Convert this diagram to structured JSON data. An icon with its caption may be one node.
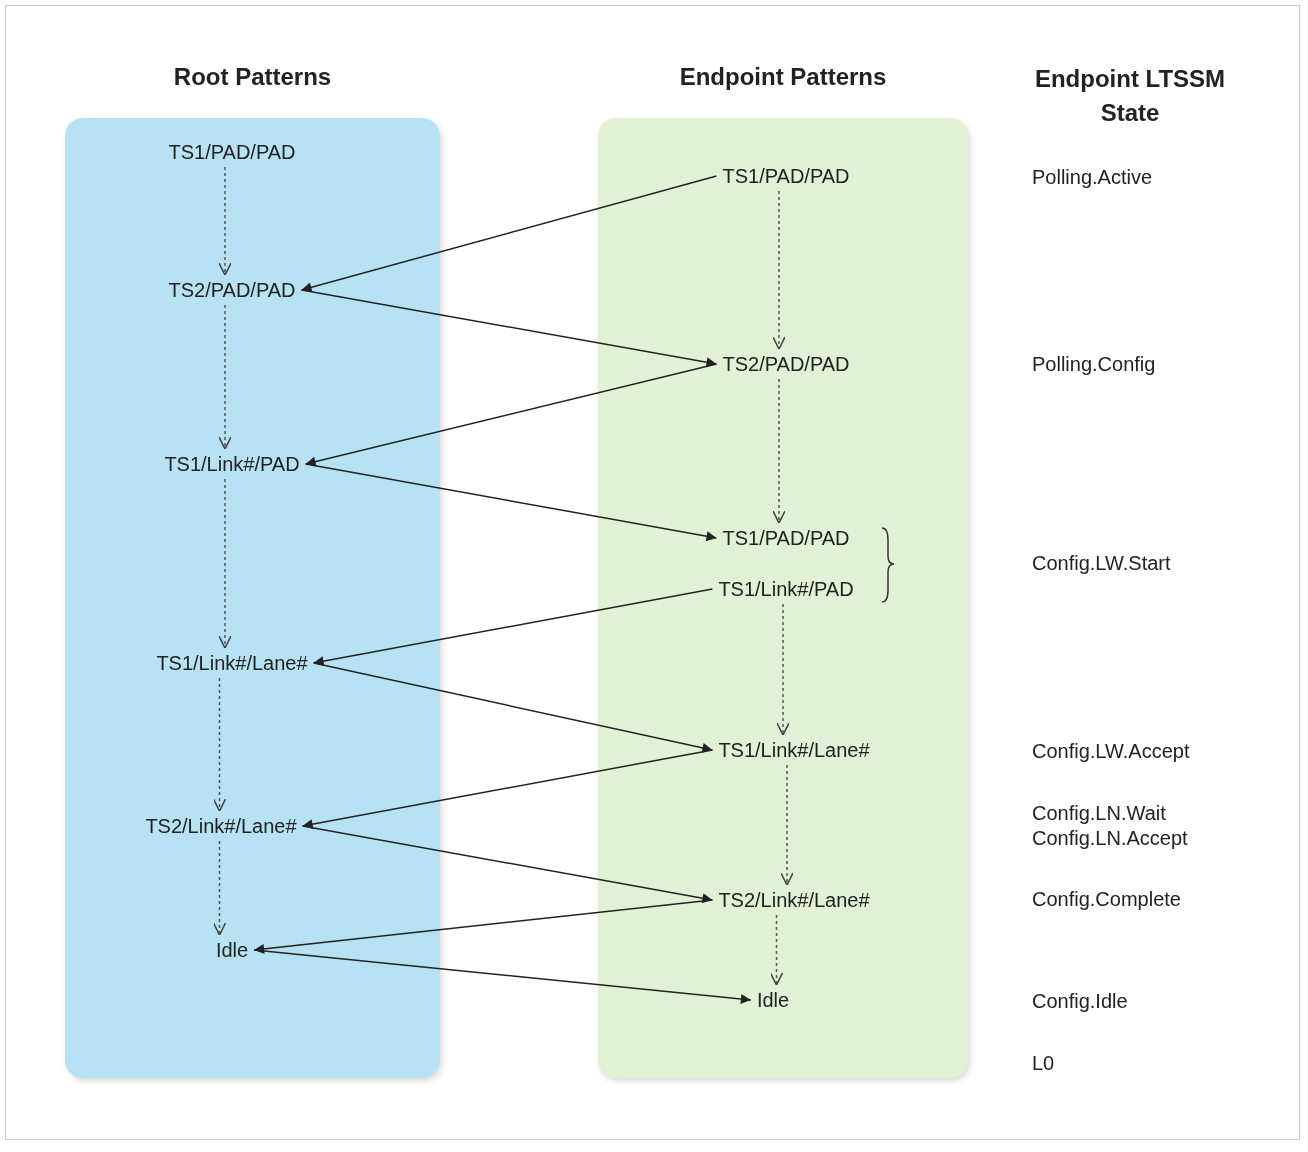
{
  "diagram": {
    "nodes": [
      {
        "text": [
          "Root Patterns"
        ]
      },
      {
        "text": [
          "Endpoint Patterns"
        ]
      },
      {
        "text": [
          "TS1/PAD/PAD"
        ],
        "in": 0
      },
      {
        "text": [
          "TS2/PAD/PAD"
        ],
        "in": 0
      },
      {
        "text": [
          "TS1/Link#/PAD"
        ],
        "in": 0
      },
      {
        "text": [
          "TS1/Link#/Lane#"
        ],
        "in": 0
      },
      {
        "text": [
          "TS2/Link#/Lane#"
        ],
        "in": 0
      },
      {
        "text": [
          "Idle"
        ],
        "in": 0
      },
      {
        "text": [
          "TS1/PAD/PAD"
        ],
        "in": 1
      },
      {
        "text": [
          "TS2/PAD/PAD"
        ],
        "in": 1
      },
      {
        "text": [
          "TS1/PAD/PAD"
        ],
        "in": 1
      },
      {
        "text": [
          "TS1/Link#/PAD"
        ],
        "in": 1
      },
      {
        "text": [
          "TS1/Link#/Lane#"
        ],
        "in": 1
      },
      {
        "text": [
          "TS2/Link#/Lane#"
        ],
        "in": 1
      },
      {
        "text": [
          "Idle"
        ],
        "in": 1
      }
    ],
    "edges": [
      {
        "from": 2,
        "to": 3,
        "arrow": "to",
        "style": "dashed"
      },
      {
        "from": 3,
        "to": 4,
        "arrow": "to",
        "style": "dashed"
      },
      {
        "from": 4,
        "to": 5,
        "arrow": "to",
        "style": "dashed"
      },
      {
        "from": 5,
        "to": 6,
        "arrow": "to",
        "style": "dashed"
      },
      {
        "from": 6,
        "to": 7,
        "arrow": "to",
        "style": "dashed"
      },
      {
        "from": 8,
        "to": 9,
        "arrow": "to",
        "style": "dashed"
      },
      {
        "from": 9,
        "to": 10,
        "arrow": "to",
        "style": "dashed"
      },
      {
        "from": 11,
        "to": 12,
        "arrow": "to",
        "style": "dashed"
      },
      {
        "from": 12,
        "to": 13,
        "arrow": "to",
        "style": "dashed"
      },
      {
        "from": 13,
        "to": 14,
        "arrow": "to",
        "style": "dashed"
      },
      {
        "from": 8,
        "to": 3,
        "arrow": "to"
      },
      {
        "from": 3,
        "to": 9,
        "arrow": "to"
      },
      {
        "from": 9,
        "to": 4,
        "arrow": "to"
      },
      {
        "from": 4,
        "to": 10,
        "arrow": "to"
      },
      {
        "from": 11,
        "to": 5,
        "arrow": "to"
      },
      {
        "from": 5,
        "to": 12,
        "arrow": "to"
      },
      {
        "from": 12,
        "to": 6,
        "arrow": "to"
      },
      {
        "from": 6,
        "to": 13,
        "arrow": "to"
      },
      {
        "from": 13,
        "to": 7,
        "arrow": "to"
      },
      {
        "from": 7,
        "to": 14,
        "arrow": "to"
      }
    ],
    "labels": [
      "Endpoint LTSSM State",
      "Polling.Active",
      "Polling.Config",
      "Config.LW.Start",
      "Config.LW.Accept",
      "Config.LN.Wait",
      "Config.LN.Accept",
      "Config.Complete",
      "Config.Idle",
      "L0"
    ]
  }
}
